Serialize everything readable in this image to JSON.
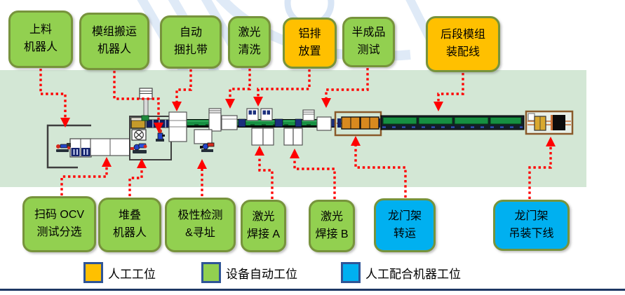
{
  "stations": {
    "top": [
      {
        "line1": "上料",
        "line2": "机器人"
      },
      {
        "line1": "模组搬运",
        "line2": "机器人"
      },
      {
        "line1": "自动",
        "line2": "捆扎带"
      },
      {
        "line1": "激光",
        "line2": "清洗"
      },
      {
        "line1": "铝排",
        "line2": "放置"
      },
      {
        "line1": "半成品",
        "line2": "测试"
      },
      {
        "line1": "后段模组",
        "line2": "装配线"
      }
    ],
    "bottom": [
      {
        "line1": "扫码 OCV",
        "line2": "测试分选"
      },
      {
        "line1": "堆叠",
        "line2": "机器人"
      },
      {
        "line1": "极性检测",
        "line2": "&寻址"
      },
      {
        "line1": "激光",
        "line2": "焊接 A"
      },
      {
        "line1": "激光",
        "line2": "焊接 B"
      },
      {
        "line1": "龙门架",
        "line2": "转运"
      },
      {
        "line1": "龙门架",
        "line2": "吊装下线"
      }
    ]
  },
  "legend": {
    "items": [
      {
        "label": "人工工位",
        "color": "#FFC000"
      },
      {
        "label": "设备自动工位",
        "color": "#92D050"
      },
      {
        "label": "人工配合机器工位",
        "color": "#00B0F0"
      }
    ]
  },
  "colors": {
    "auto_station": "#92D050",
    "manual_station": "#FFC000",
    "robot_assist_station": "#00B0F0",
    "box_border": "#77933C",
    "band_background": "#D3E7D5",
    "arrow": "#FF0000",
    "legend_border": "#2F5597",
    "footer_bar": "#1F3864"
  }
}
